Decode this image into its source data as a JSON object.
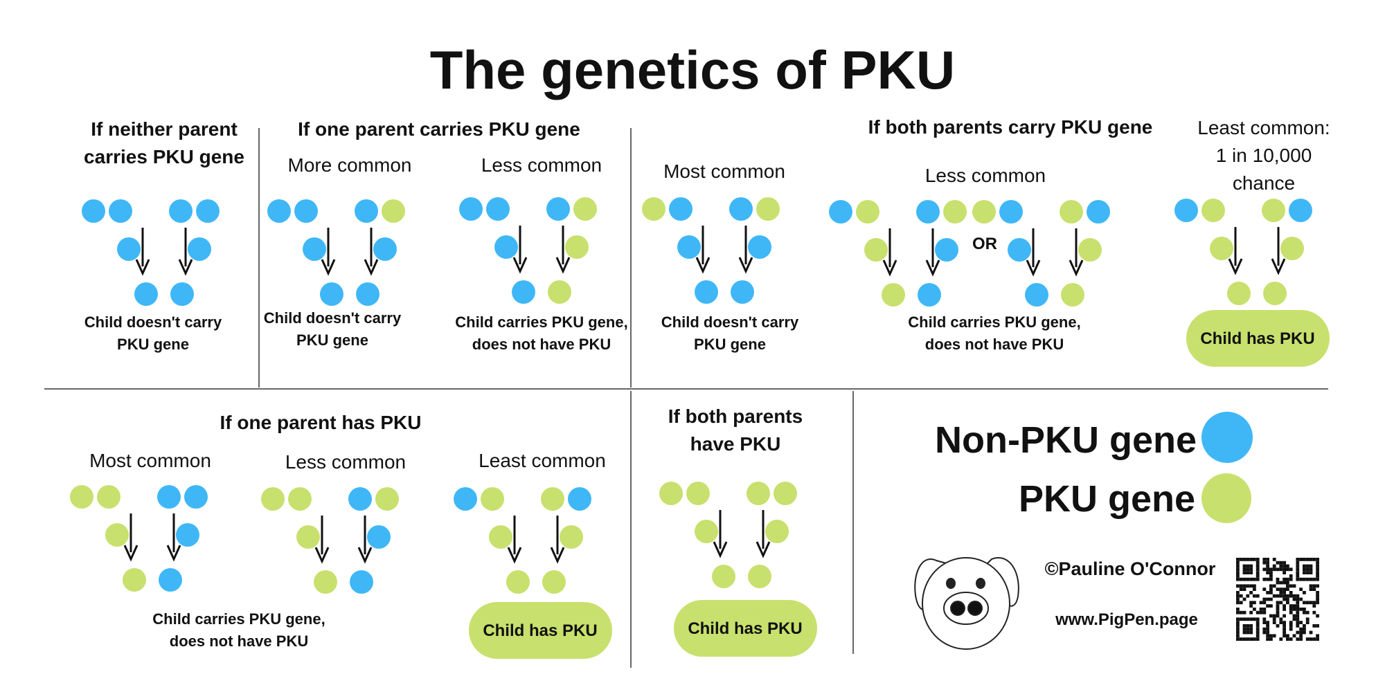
{
  "title": "The genetics of PKU",
  "colors": {
    "non_pku": "#3fb7f7",
    "pku": "#c8e06d",
    "text": "#111111",
    "line": "#333333"
  },
  "sections": {
    "neither": {
      "header": [
        "If neither parent",
        "carries PKU gene"
      ],
      "result": [
        "Child doesn't carry",
        "PKU gene"
      ]
    },
    "one_carrier": {
      "header": "If one parent carries PKU gene",
      "more_common": {
        "label": "More common",
        "result": [
          "Child doesn't carry",
          "PKU gene"
        ]
      },
      "less_common": {
        "label": "Less common",
        "result": [
          "Child carries PKU gene,",
          "does not have PKU"
        ]
      }
    },
    "both_carriers": {
      "header": "If both parents carry PKU gene",
      "most_common": {
        "label": "Most common",
        "result": [
          "Child doesn't carry",
          "PKU gene"
        ]
      },
      "less_common": {
        "label": "Less common",
        "or": "OR",
        "result": [
          "Child carries PKU gene,",
          "does not have PKU"
        ]
      },
      "least_common": {
        "label": [
          "Least common:",
          "1 in 10,000",
          "chance"
        ],
        "result": "Child has PKU"
      }
    },
    "one_has_pku": {
      "header": "If one parent has PKU",
      "most_common": {
        "label": "Most common"
      },
      "less_common": {
        "label": "Less common",
        "result": [
          "Child carries PKU gene,",
          "does not have PKU"
        ]
      },
      "least_common": {
        "label": "Least common",
        "result": "Child has PKU"
      }
    },
    "both_have_pku": {
      "header": [
        "If both parents",
        "have PKU"
      ],
      "result": "Child has PKU"
    }
  },
  "legend": {
    "non_pku": "Non-PKU gene",
    "pku": "PKU gene"
  },
  "credit": "©Pauline O'Connor",
  "website": "www.PigPen.page"
}
